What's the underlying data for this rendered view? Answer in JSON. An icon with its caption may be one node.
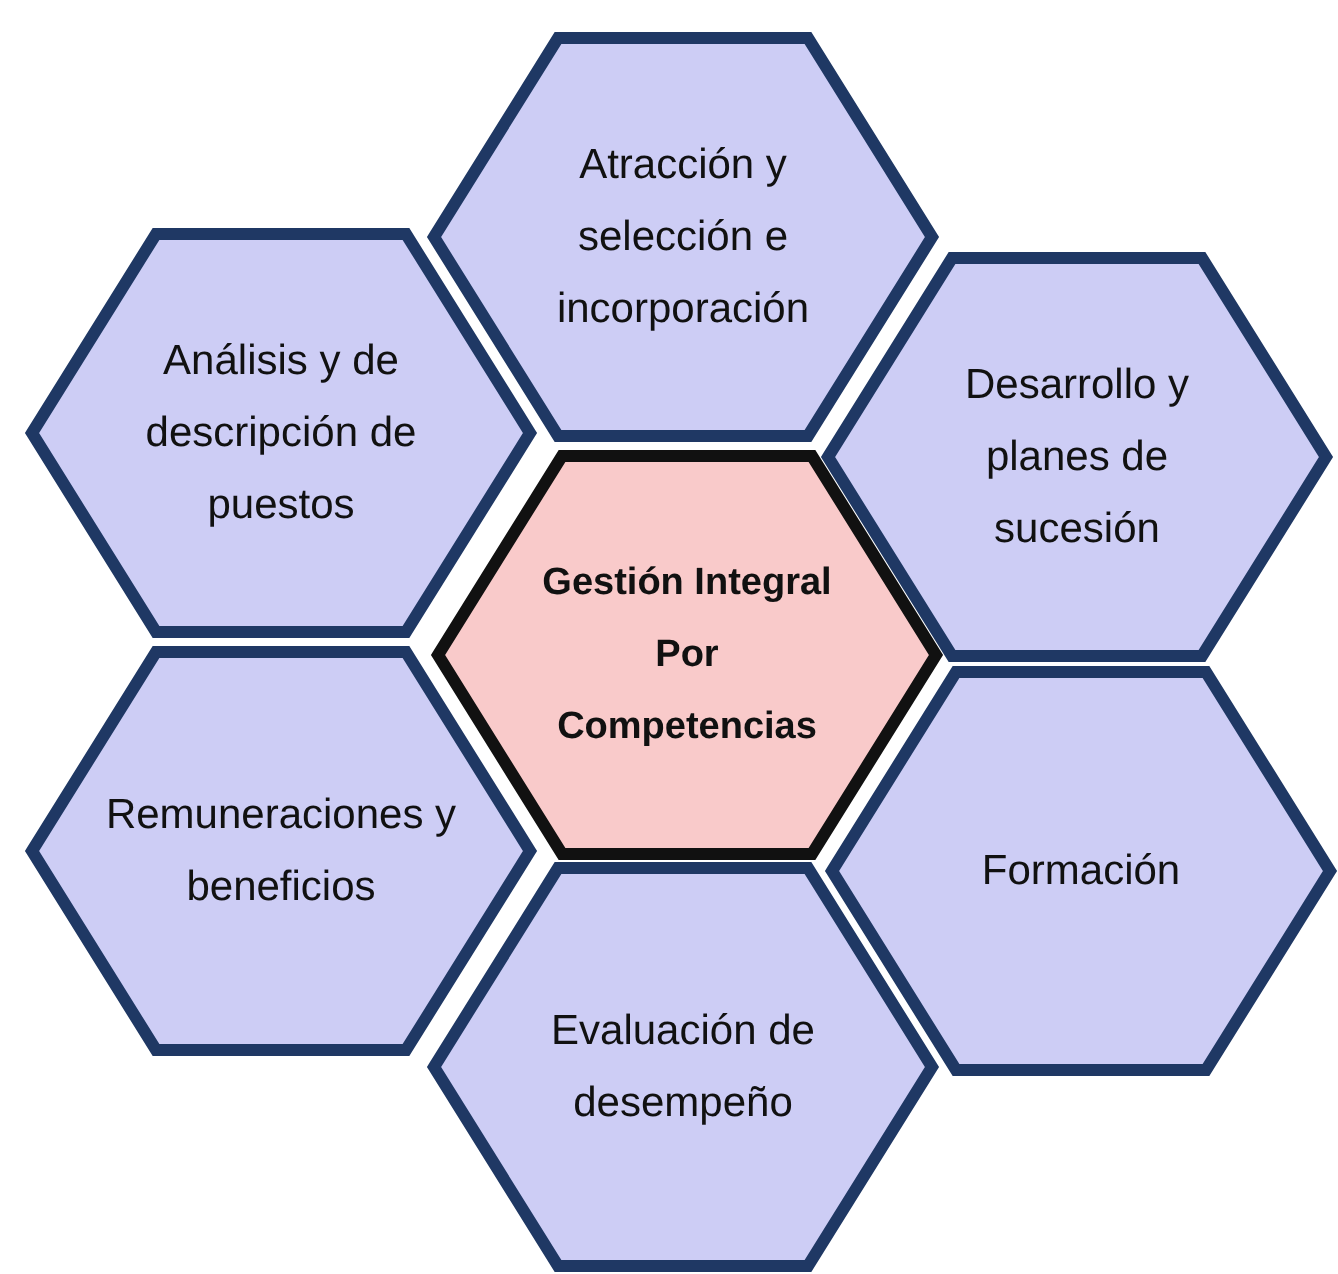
{
  "diagram": {
    "nodes": [
      {
        "text": [
          "Atracción y selección e incorporación"
        ]
      },
      {
        "text": [
          "Análisis y de descripción de puestos"
        ]
      },
      {
        "text": [
          "Desarrollo y planes de sucesión"
        ]
      },
      {
        "text": [
          "Gestión Integral Por Competencias"
        ]
      },
      {
        "text": [
          "Remuneraciones y beneficios"
        ]
      },
      {
        "text": [
          "Formación"
        ]
      },
      {
        "text": [
          "Evaluación de desempeño"
        ]
      }
    ]
  }
}
